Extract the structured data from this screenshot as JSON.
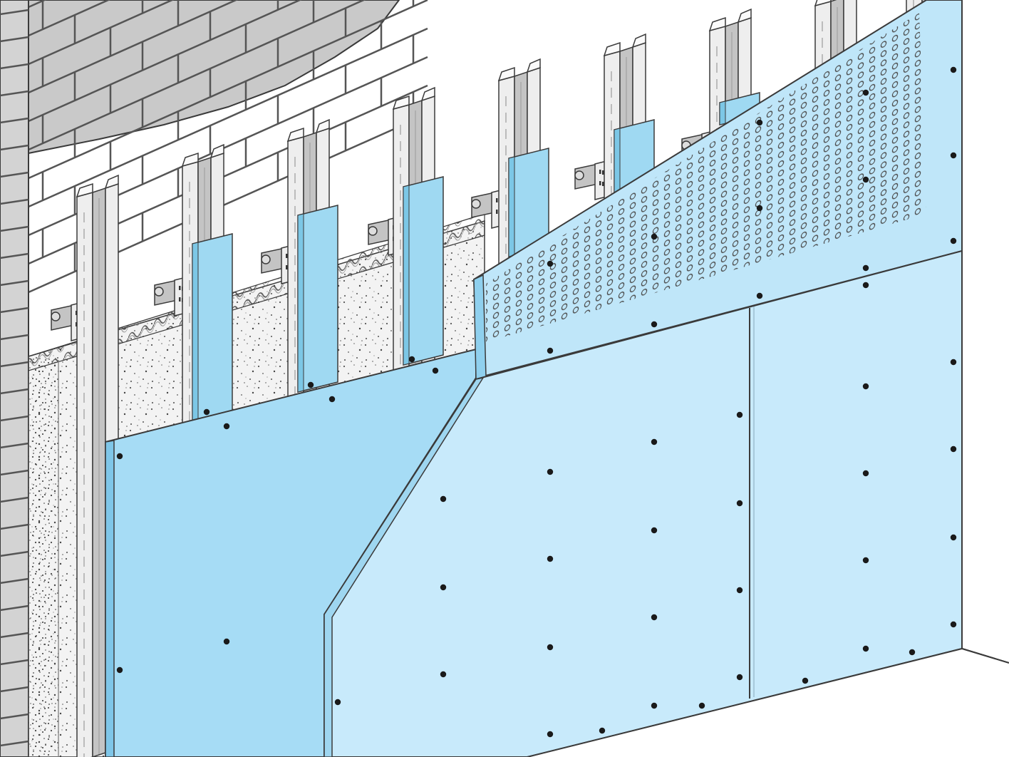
{
  "diagram": {
    "components": [
      {
        "id": "brick-wall",
        "kind": "masonry"
      },
      {
        "id": "mineral-wool-insulation",
        "kind": "insulation"
      },
      {
        "id": "steel-studs",
        "kind": "framing",
        "count": 9
      },
      {
        "id": "wall-brackets",
        "kind": "fixing",
        "count": 7
      },
      {
        "id": "resilient-strips",
        "kind": "blue-strip",
        "count": 6
      },
      {
        "id": "first-board-layer",
        "kind": "plasterboard"
      },
      {
        "id": "perforated-acoustic-board",
        "kind": "plasterboard"
      },
      {
        "id": "second-board-layer",
        "kind": "plasterboard"
      }
    ]
  },
  "colors": {
    "brick_face": "#c9c9c9",
    "mortar": "#555555",
    "outline": "#3a3a3a",
    "stud_light": "#eeeeee",
    "stud_mid": "#c4c4c4",
    "stud_dark": "#9a9a9a",
    "blue_strip": "#9fd9f2",
    "blue_board": "#a6dcf5",
    "blue_board_light": "#c8eafb",
    "blue_perforated": "#bfe6f9",
    "insulation": "#f2f2f2",
    "screw": "#1a1a1a",
    "floor": "#ffffff"
  }
}
